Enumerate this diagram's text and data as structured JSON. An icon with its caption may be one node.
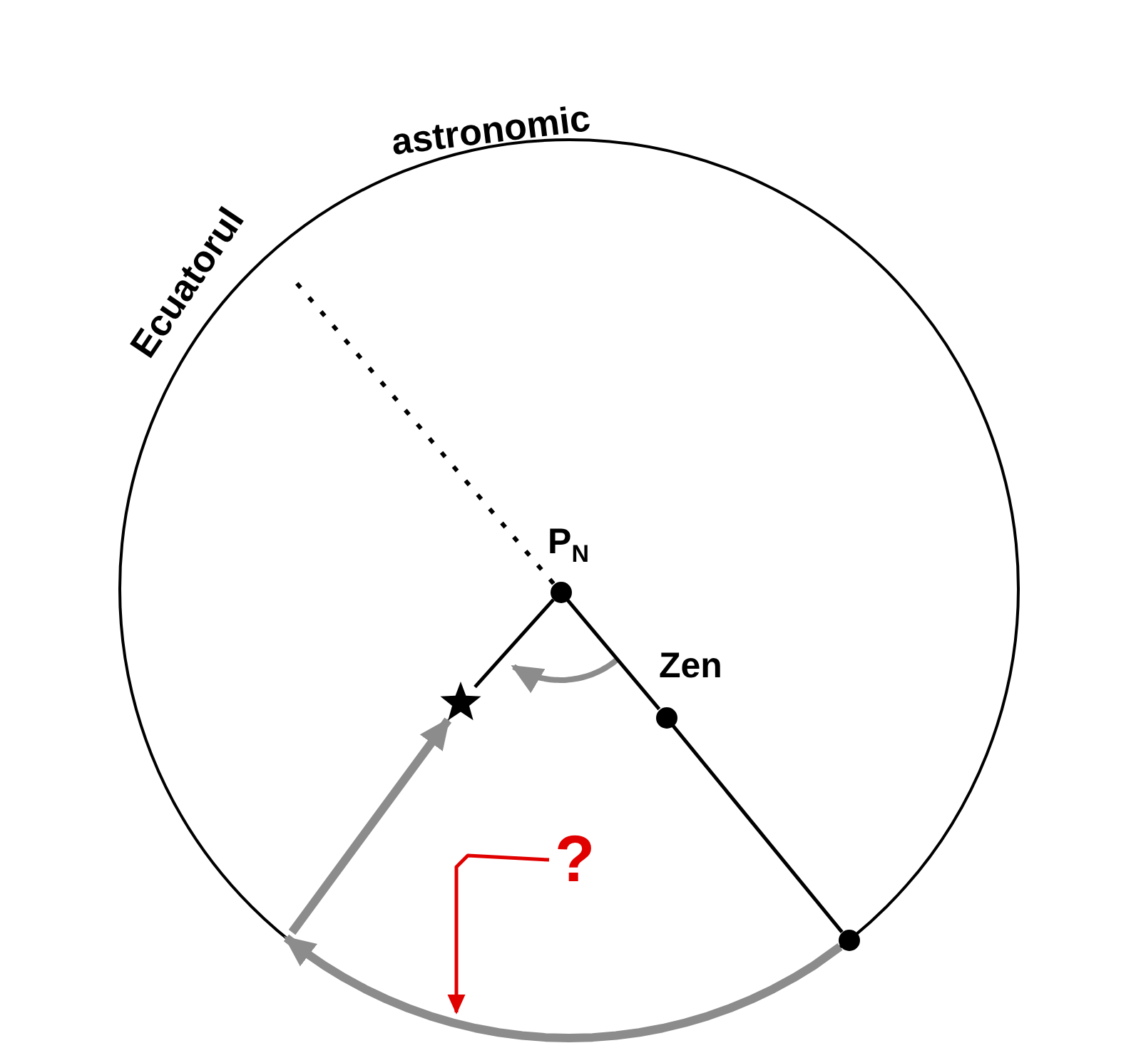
{
  "diagram": {
    "nodes": [
      {
        "text": [],
        "shape": "circle",
        "beside": [
          "P$_{N}$"
        ]
      },
      {
        "text": [],
        "shape": "circle",
        "beside": [
          "Zen"
        ]
      },
      {
        "text": [],
        "shape": "star"
      },
      {
        "text": [],
        "shape": "circle"
      },
      {
        "text": [
          "?"
        ]
      }
    ],
    "edges": [
      {
        "from": 0,
        "to": 2,
        "arrow": "none"
      },
      {
        "from": 0,
        "to": 1,
        "arrow": "none"
      },
      {
        "from": 1,
        "to": 3,
        "arrow": "none"
      },
      {
        "from": 0,
        "to": null,
        "arrow": "none",
        "style": "dashed"
      },
      {
        "from": 3,
        "to": null,
        "arrow": "to",
        "style": "thick",
        "color": "#8c8c8c"
      },
      {
        "from": null,
        "to": 2,
        "arrow": "to",
        "style": "thick",
        "color": "#8c8c8c"
      },
      {
        "from": 4,
        "to": null,
        "arrow": "to",
        "color": "#e00000"
      }
    ],
    "labels": [
      "Ecuatorul",
      "astronomic"
    ]
  }
}
